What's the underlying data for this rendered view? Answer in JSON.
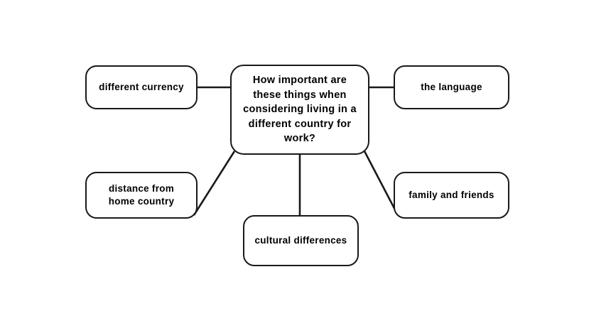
{
  "diagram": {
    "type": "mind-map",
    "background_color": "#ffffff",
    "stroke_color": "#18191a",
    "text_color": "#000000",
    "central": {
      "id": "central",
      "label": "How important are\nthese things when\nconsidering living in a\ndifferent country for\nwork?"
    },
    "branches": [
      {
        "id": "different-currency",
        "label": "different currency"
      },
      {
        "id": "the-language",
        "label": "the language"
      },
      {
        "id": "distance",
        "label": "distance from\nhome country"
      },
      {
        "id": "family-friends",
        "label": "family and friends"
      },
      {
        "id": "cultural",
        "label": "cultural differences"
      }
    ]
  }
}
